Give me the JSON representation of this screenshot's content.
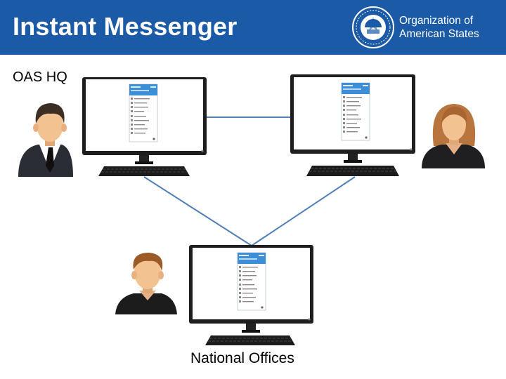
{
  "header": {
    "title": "Instant Messenger",
    "org_line1": "Organization of",
    "org_line2": "American States",
    "background": "#1b5aa6"
  },
  "labels": {
    "hq": "OAS HQ",
    "national": "National Offices"
  },
  "icons": {
    "seal": "oas-seal-icon",
    "computer": "monitor-icon",
    "keyboard": "keyboard-icon",
    "user_male_suit": "businessman-icon",
    "user_female": "woman-icon",
    "user_male": "man-icon",
    "chat_window": "messenger-window-icon"
  },
  "colors": {
    "link": "#4f7fb4",
    "screen": "#ffffff",
    "bezel": "#1e1e1e",
    "chat_header": "#3c8fd6"
  }
}
